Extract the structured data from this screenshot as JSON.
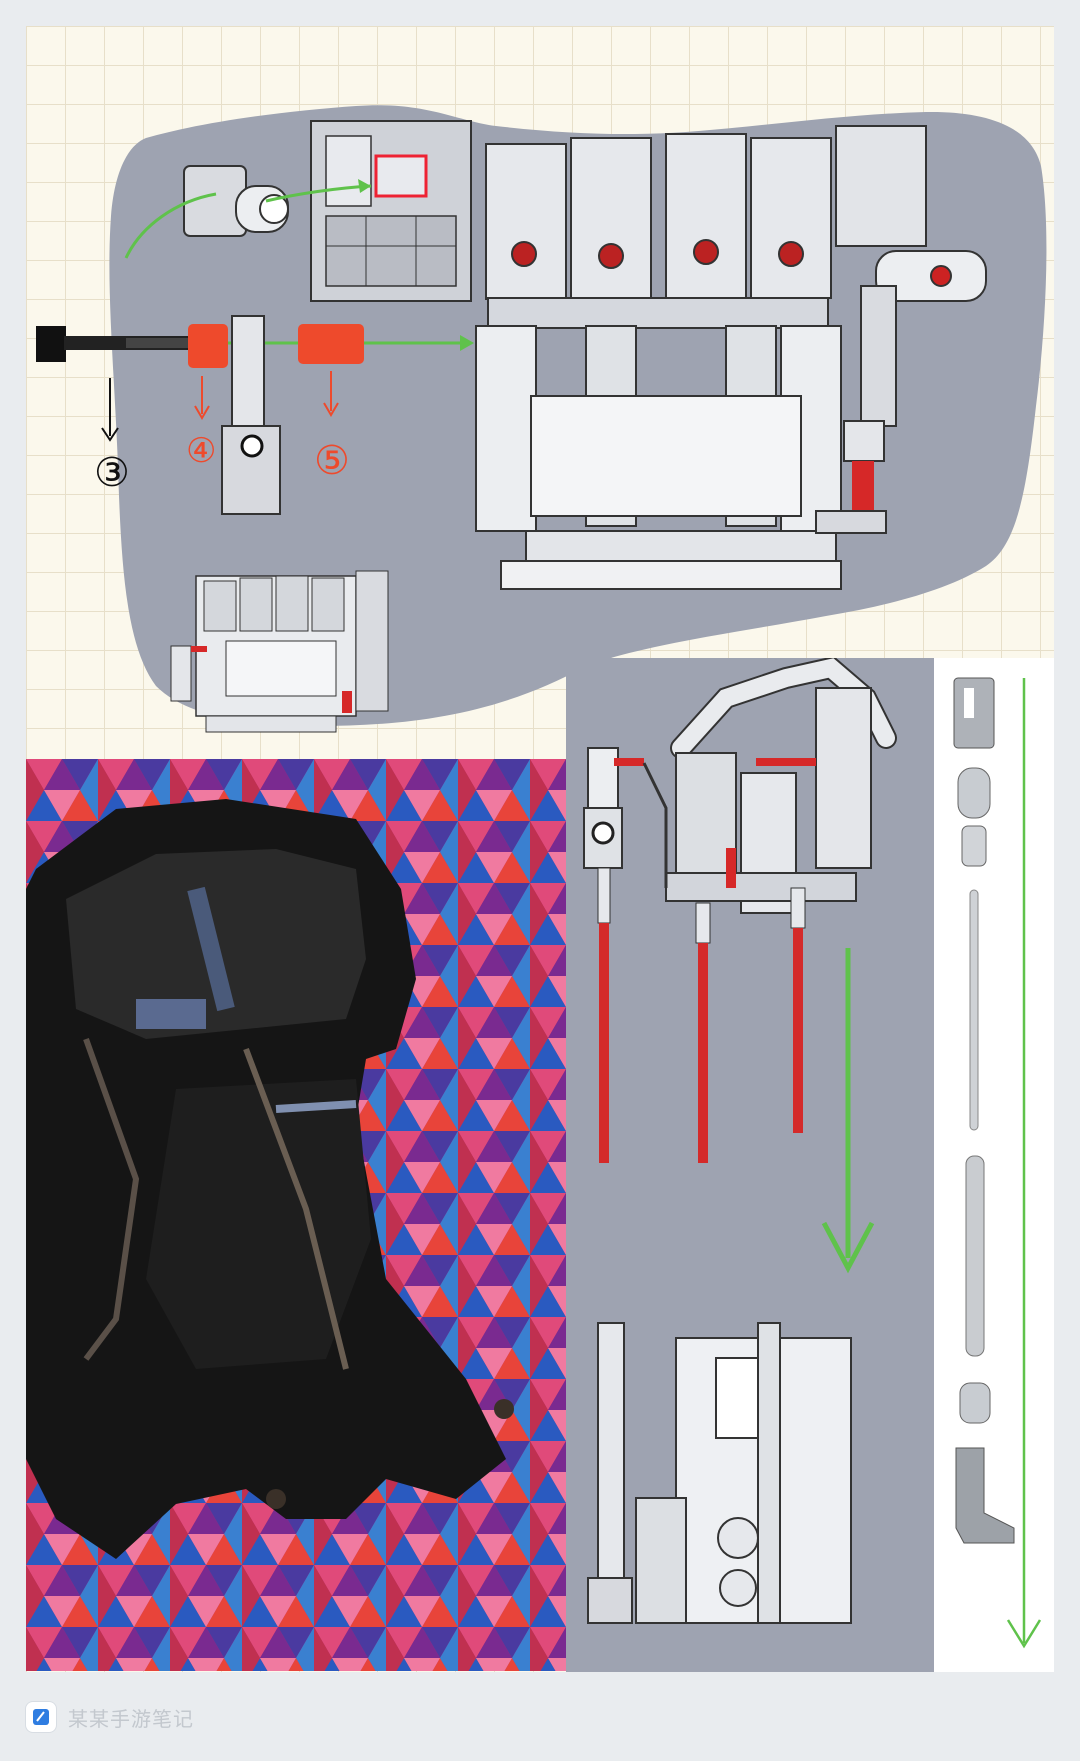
{
  "annotations": {
    "step_3": "③",
    "step_4": "④",
    "step_5": "⑤"
  },
  "footer": {
    "app_name": "某某手游笔记"
  },
  "colors": {
    "panel_gray": "#9ea3b1",
    "accent_red": "#e8432b",
    "rod_red": "#d42a2a",
    "arrow_green": "#5fc24b",
    "grid_line": "#e7dfc9",
    "paper": "#fbf8ec"
  },
  "icons": {
    "app": "note-app-icon",
    "arrow": "arrow-icon"
  }
}
